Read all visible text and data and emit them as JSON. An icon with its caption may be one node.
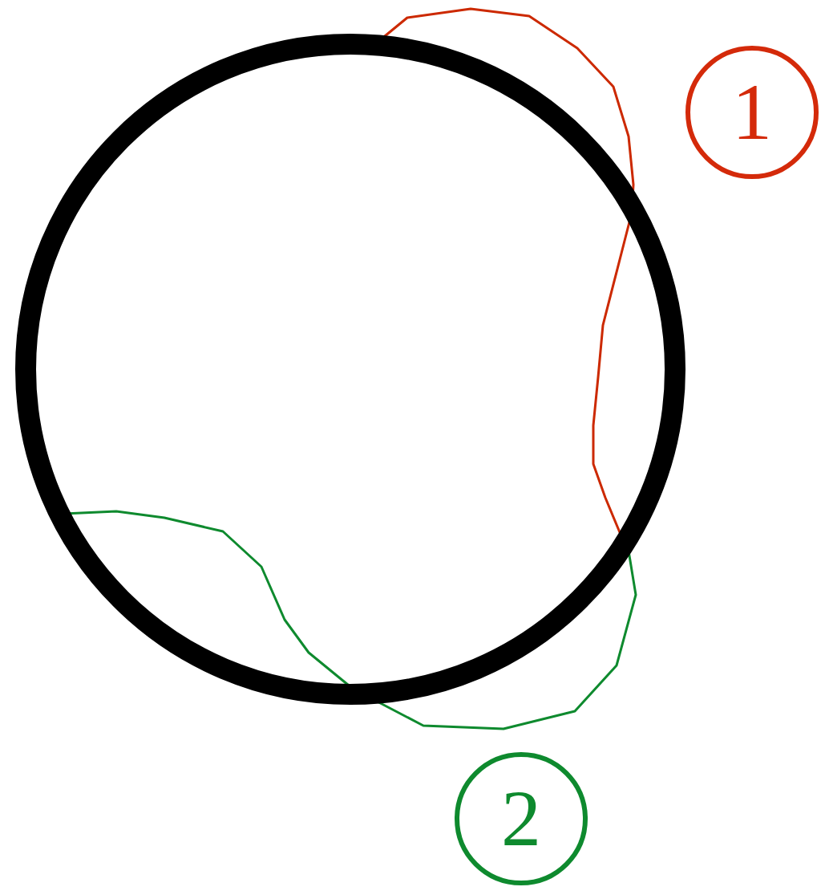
{
  "diagram": {
    "nodes": [
      {
        "text": [],
        "shape": "circle"
      },
      {
        "text": [
          "1"
        ]
      },
      {
        "text": [
          "2"
        ]
      }
    ]
  }
}
